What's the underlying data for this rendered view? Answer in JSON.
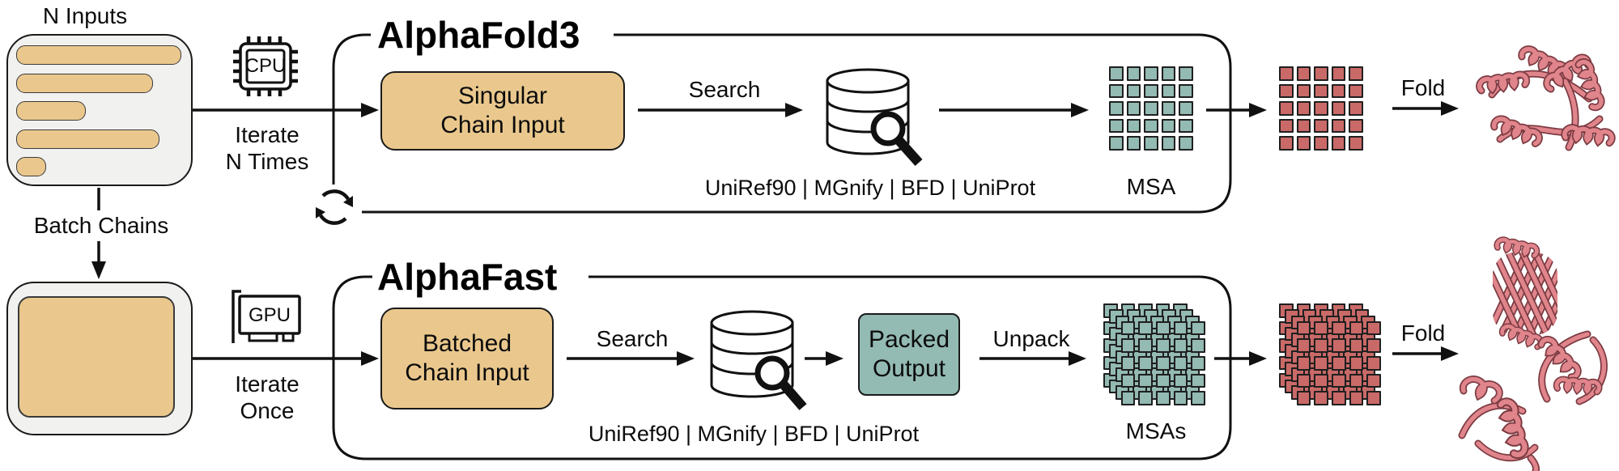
{
  "colors": {
    "tan": "#EAC88D",
    "teal": "#93BAB3",
    "red": "#C96A68",
    "gray_box": "#F1F1F0",
    "protein": "#E0858B"
  },
  "source": {
    "n_inputs_label": "N Inputs",
    "batch_chains_label": "Batch Chains",
    "bar_widths": [
      202,
      167,
      84,
      175,
      35
    ]
  },
  "cpu_label": "CPU",
  "gpu_label": "GPU",
  "alphafold3": {
    "title": "AlphaFold3",
    "iterate_label": "Iterate\nN Times",
    "chain_box_label": "Singular\nChain Input",
    "search_label": "Search",
    "databases_label": "UniRef90 | MGnify | BFD | UniProt",
    "msa_label": "MSA",
    "fold_label": "Fold",
    "msa_grid": {
      "rows": 5,
      "cols": 5,
      "color": "teal",
      "layers": 1
    },
    "pair_grid": {
      "rows": 5,
      "cols": 5,
      "color": "red",
      "layers": 1
    }
  },
  "alphafast": {
    "title": "AlphaFast",
    "iterate_label": "Iterate\nOnce",
    "chain_box_label": "Batched\nChain Input",
    "search_label": "Search",
    "databases_label": "UniRef90 | MGnify | BFD | UniProt",
    "packed_label": "Packed\nOutput",
    "unpack_label": "Unpack",
    "msa_label": "MSAs",
    "fold_label": "Fold",
    "msa_grid": {
      "rows": 5,
      "cols": 5,
      "color": "teal",
      "layers": 4
    },
    "pair_grid": {
      "rows": 5,
      "cols": 5,
      "color": "red",
      "layers": 4
    }
  }
}
